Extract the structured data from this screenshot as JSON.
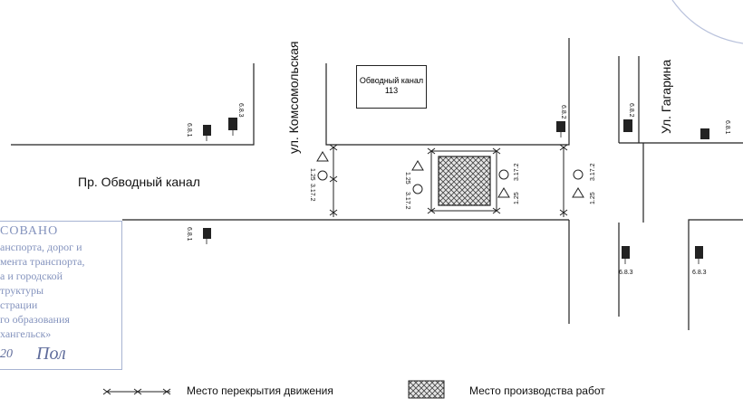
{
  "streets": {
    "obvodny": "Пр. Обводный канал",
    "komsomolskaya": "ул. Комсомольская",
    "gagarina": "Ул. Гагарина"
  },
  "building": {
    "name": "Обводный канал",
    "number": "113"
  },
  "signs": {
    "s681": "6.8.1",
    "s683": "6.8.3",
    "s682": "6.8.2",
    "s125": "1.25",
    "s3172": "3.17.2"
  },
  "stamp": {
    "lines": [
      "СОВАНО",
      "анспорта, дорог и",
      "мента транспорта,",
      "а и городской",
      "труктуры",
      "страции",
      "го образования",
      "хангельск»"
    ],
    "date": "20",
    "signature": "Пол"
  },
  "legend": {
    "closure": "Место перекрытия движения",
    "worksite": "Место производства работ"
  },
  "colors": {
    "lines": "#222222",
    "stamp": "#5b6fa8",
    "hatch": "#444444"
  }
}
